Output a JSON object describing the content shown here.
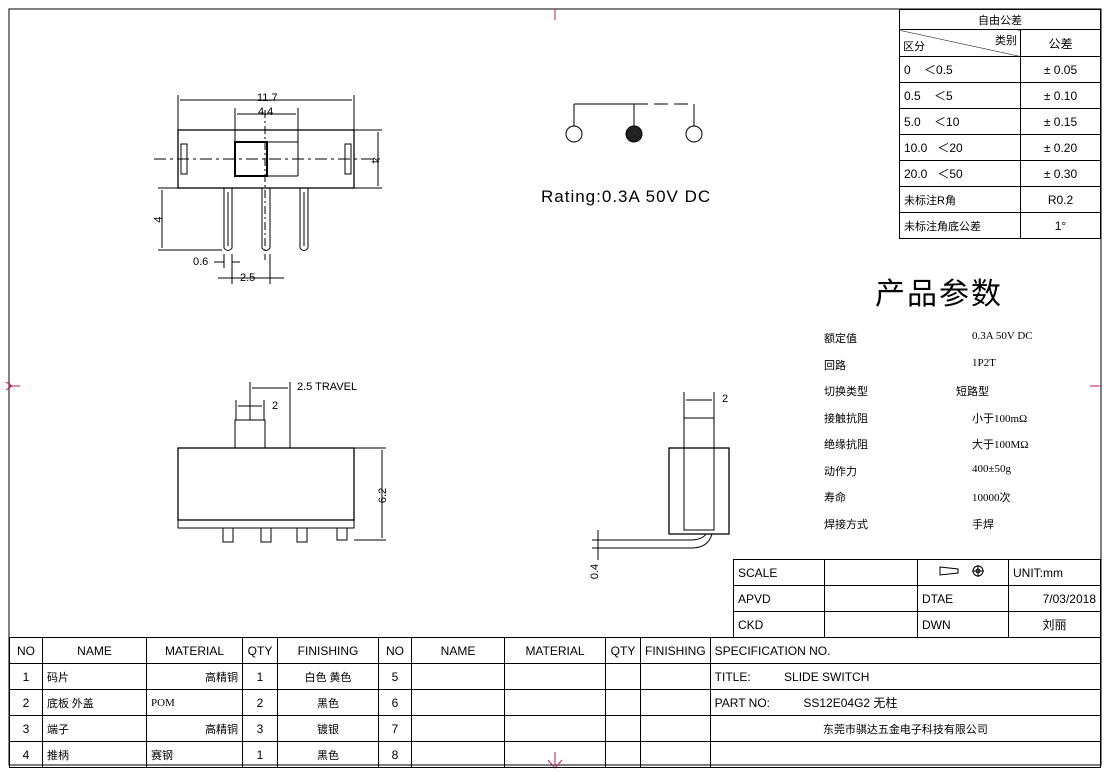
{
  "tolerance": {
    "title": "自由公差",
    "header_category": "类别",
    "header_range": "区分",
    "header_tol": "公差",
    "rows": [
      {
        "a": "0",
        "b": "＜0.5",
        "tol": "± 0.05"
      },
      {
        "a": "0.5",
        "b": "＜5",
        "tol": "± 0.10"
      },
      {
        "a": "5.0",
        "b": "＜10",
        "tol": "± 0.15"
      },
      {
        "a": "10.0",
        "b": "＜20",
        "tol": "± 0.20"
      },
      {
        "a": "20.0",
        "b": "＜50",
        "tol": "± 0.30"
      }
    ],
    "r_label": "未标注R角",
    "r_value": "R0.2",
    "angle_label": "未标注角底公差",
    "angle_value": "1°"
  },
  "params": {
    "title": "产品参数",
    "rows": [
      {
        "k": "额定值",
        "v": "0.3A 50V DC"
      },
      {
        "k": "回路",
        "v": "1P2T"
      },
      {
        "k": "切换类型",
        "v": "短路型"
      },
      {
        "k": "接触抗阻",
        "v": "小于100mΩ"
      },
      {
        "k": "绝缘抗阻",
        "v": "大于100MΩ"
      },
      {
        "k": "动作力",
        "v": "400±50g"
      },
      {
        "k": "寿命",
        "v": "10000次"
      },
      {
        "k": "焊接方式",
        "v": "手焊"
      }
    ]
  },
  "rating": "Rating:0.3A 50V DC",
  "dims": {
    "d11_7": "11.7",
    "d4_4": "4.4",
    "d4a": "4",
    "d4b": "4",
    "d0_6": "0.6",
    "d2_5": "2.5",
    "travel": "2.5  TRAVEL",
    "d2a": "2",
    "d6_2": "6.2",
    "d2b": "2",
    "d0_4": "0.4"
  },
  "title_block": {
    "scale": "SCALE",
    "unit": "UNIT:mm",
    "apvd": "APVD",
    "dtae": "DTAE",
    "date": "7/03/2018",
    "ckd": "CKD",
    "dwn": "DWN",
    "drawer": "刘丽",
    "spec": "SPECIFICATION NO.",
    "title_label": "TITLE:",
    "title_value": "SLIDE SWITCH",
    "part_label": "PART NO:",
    "part_value": "SS12E04G2  无柱",
    "company": "东莞市骐达五金电子科技有限公司"
  },
  "bom": {
    "headers": [
      "NO",
      "NAME",
      "MATERIAL",
      "QTY",
      "FINISHING",
      "NO",
      "NAME",
      "MATERIAL",
      "QTY",
      "FINISHING"
    ],
    "rows": [
      {
        "no": "1",
        "name": "码片",
        "material": "高精铜",
        "qty": "1",
        "finish": "白色 黄色",
        "no2": "5"
      },
      {
        "no": "2",
        "name": "底板 外盖",
        "material": "POM",
        "qty": "2",
        "finish": "黑色",
        "no2": "6"
      },
      {
        "no": "3",
        "name": "端子",
        "material": "高精铜",
        "qty": "3",
        "finish": "镀银",
        "no2": "7"
      },
      {
        "no": "4",
        "name": "推柄",
        "material": "赛钢",
        "qty": "1",
        "finish": "黑色",
        "no2": "8"
      }
    ]
  }
}
